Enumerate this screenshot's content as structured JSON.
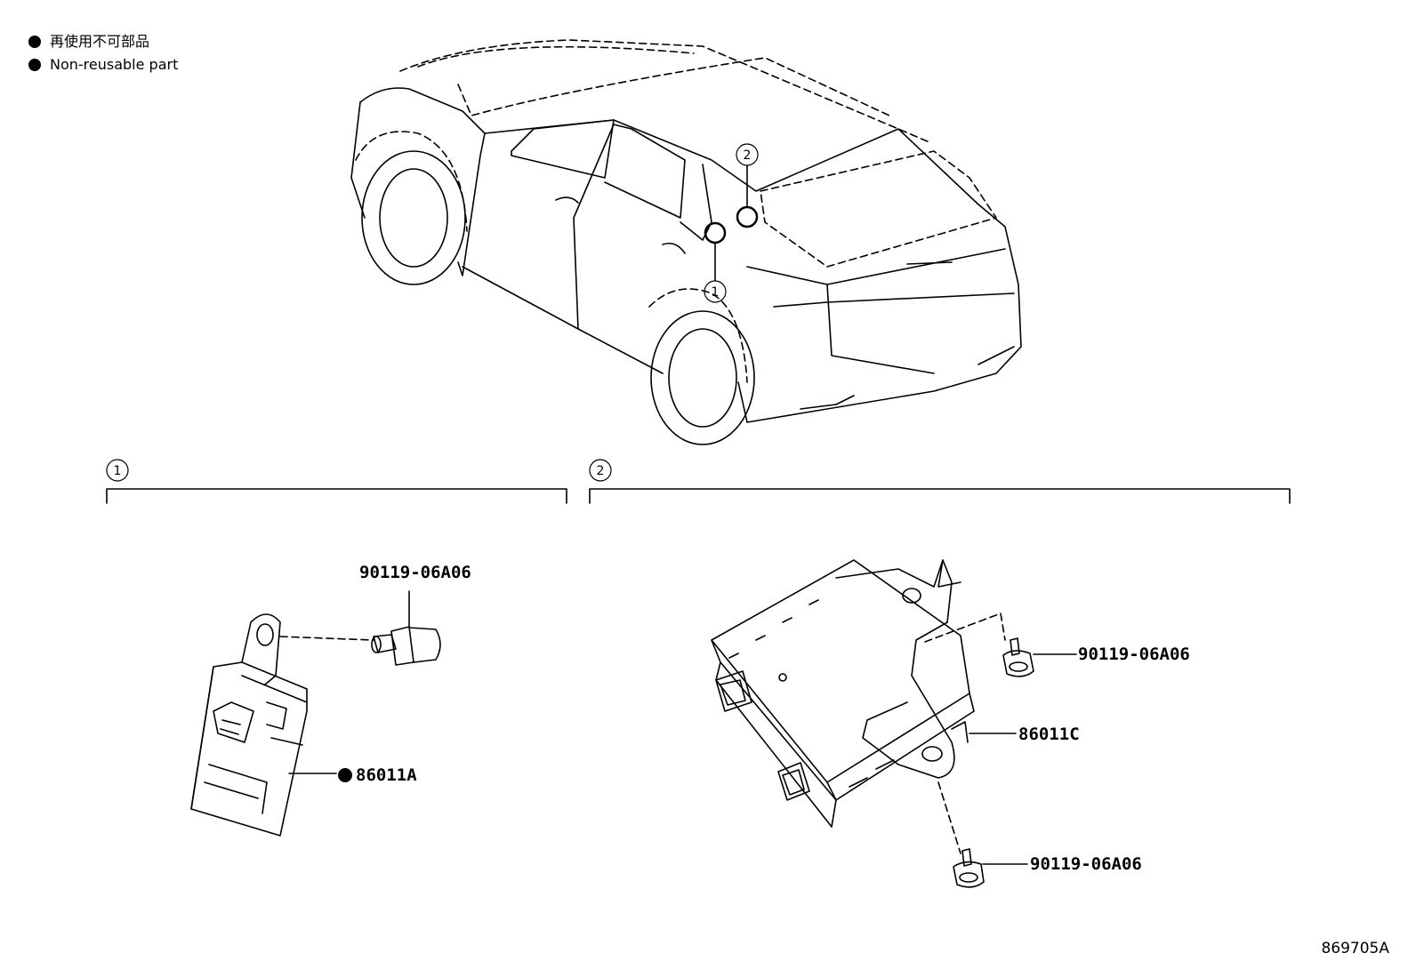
{
  "legend": {
    "japanese": "再使用不可部品",
    "english": "Non-reusable part"
  },
  "callouts": {
    "c1": "1",
    "c2": "2"
  },
  "sections": [
    {
      "marker": "1"
    },
    {
      "marker": "2"
    }
  ],
  "parts": {
    "bolt_a": "90119-06A06",
    "sensor": "86011A",
    "bolt_b": "90119-06A06",
    "module": "86011C",
    "bolt_c": "90119-06A06"
  },
  "non_reusable": [
    "86011A"
  ],
  "diagram_code": "869705A"
}
